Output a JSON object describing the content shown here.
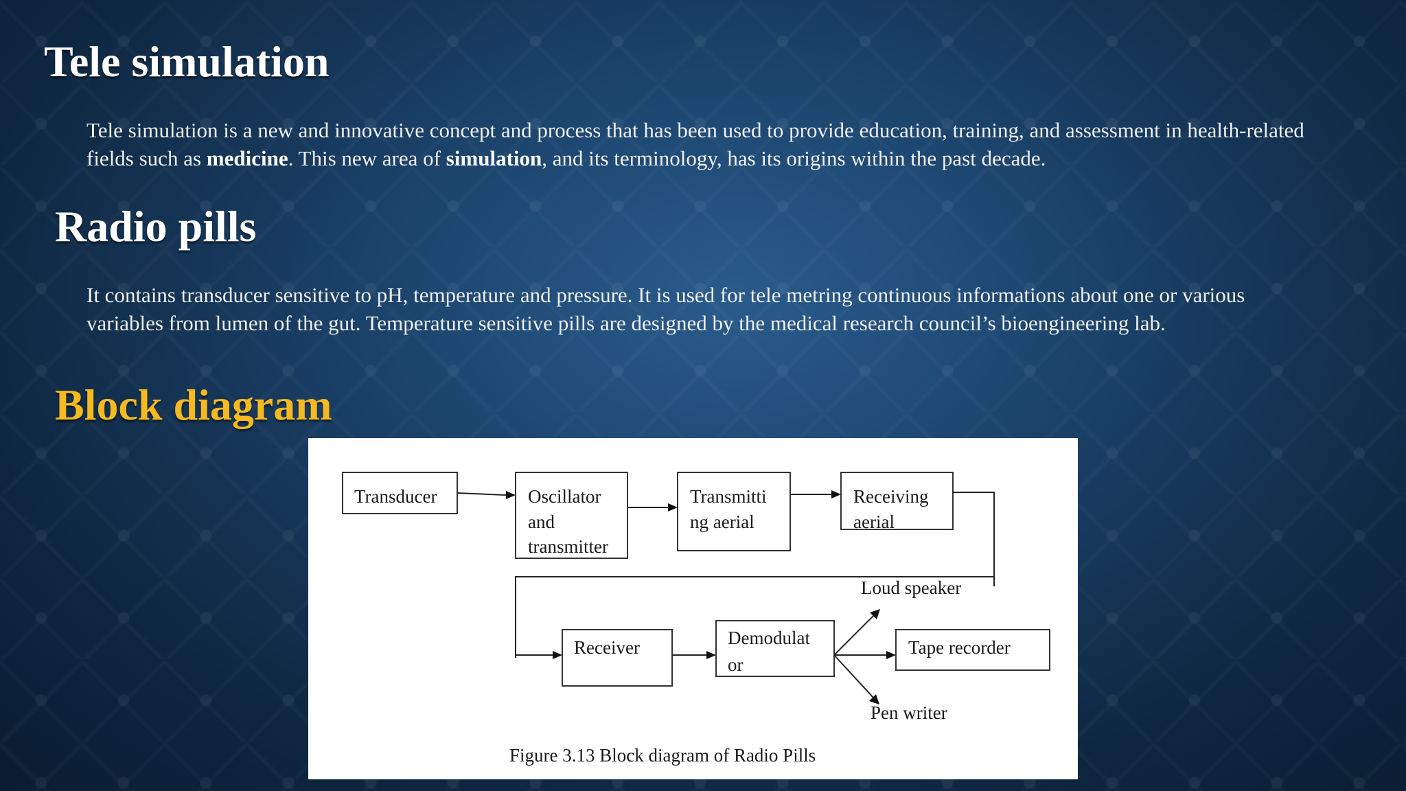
{
  "sections": {
    "tele": {
      "heading": "Tele simulation",
      "text_1": "Tele simulation is a new and innovative concept and process that has been used to provide education, training, and assessment in health-related fields such as ",
      "bold_1": "medicine",
      "text_2": ". This new area of ",
      "bold_2": "simulation",
      "text_3": ", and its terminology, has its origins within the past decade."
    },
    "radio": {
      "heading": "Radio pills",
      "text": "It contains transducer sensitive to pH, temperature and pressure. It is used for tele metring continuous informations about one or various variables from lumen of the gut. Temperature sensitive pills are designed by the medical research council’s bioengineering lab."
    },
    "block": {
      "heading": "Block diagram"
    }
  },
  "diagram": {
    "nodes": {
      "transducer": [
        "Transducer"
      ],
      "oscillator": [
        "Oscillator",
        "and",
        "transmitter"
      ],
      "transmitting": [
        "Transmitti",
        "ng aerial"
      ],
      "receiving": [
        "Receiving",
        "aerial"
      ],
      "receiver": [
        "Receiver"
      ],
      "demodulator": [
        "Demodulat",
        "or"
      ],
      "tape": [
        "Tape recorder"
      ]
    },
    "outputs": {
      "loud_speaker": "Loud speaker",
      "pen_writer": "Pen writer"
    },
    "caption": "Figure 3.13 Block diagram of Radio Pills"
  },
  "colors": {
    "background": "#1b4268",
    "heading_accent": "#f5b922",
    "text": "#ffffff"
  }
}
